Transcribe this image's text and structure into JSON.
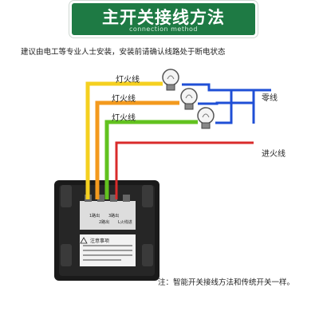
{
  "header": {
    "title": "主开关接线方法",
    "subtitle": "connection method"
  },
  "notice": "建议由电工等专业人士安装，安装前请确认线路处于断电状态",
  "labels": {
    "lamp_wire_1": "灯火线",
    "lamp_wire_2": "灯火线",
    "lamp_wire_3": "灯火线",
    "neutral": "零线",
    "live_in": "进火线"
  },
  "switch": {
    "terminals": [
      "1路出",
      "2路出",
      "3路出",
      "L火线进"
    ],
    "caution_title": "注意事项"
  },
  "footnote": "注：智能开关接线方法和传统开关一样。",
  "colors": {
    "banner": "#1e7a44",
    "wire_yellow": "#f5d020",
    "wire_orange": "#f39a1e",
    "wire_green": "#62c21f",
    "wire_red": "#d92b2b",
    "wire_blue": "#1f4fd6"
  }
}
